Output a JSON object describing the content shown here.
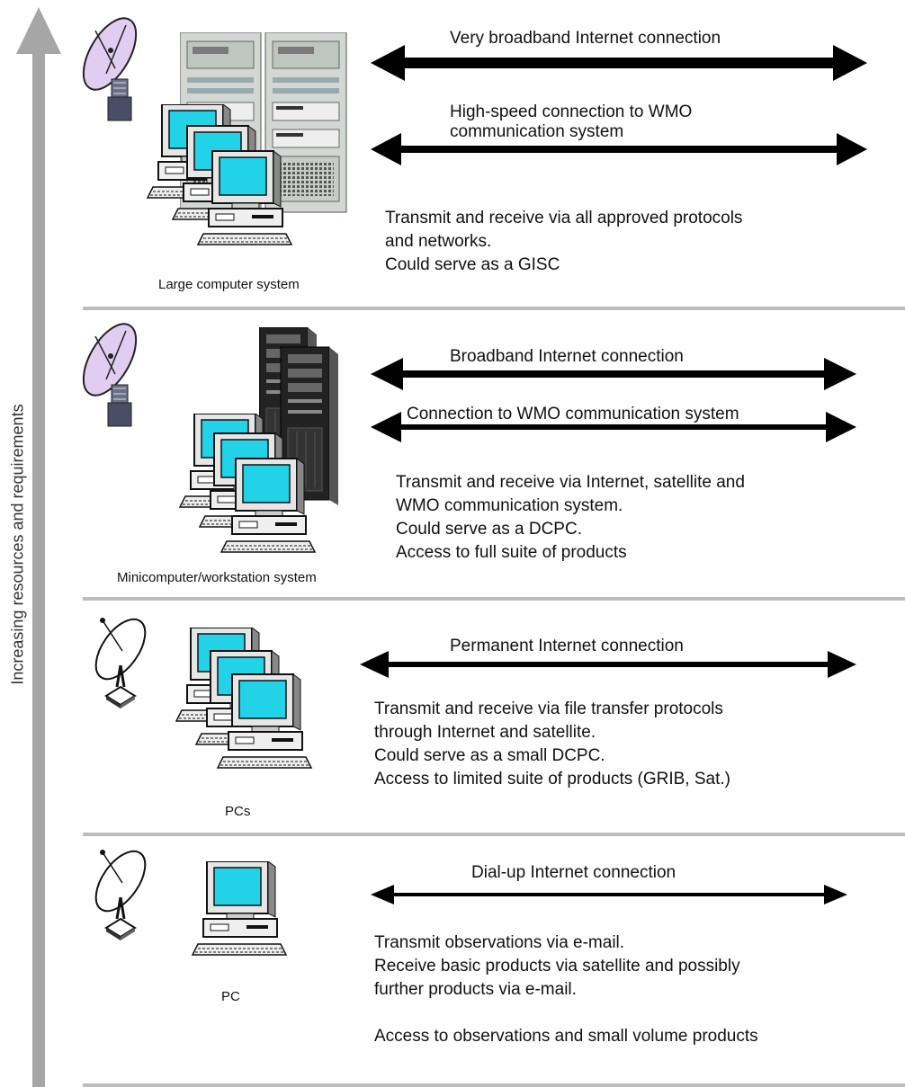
{
  "axis": {
    "label": "Increasing resources and requirements"
  },
  "tiers": [
    {
      "system_label": "Large computer system",
      "connections": [
        "Very broadband Internet connection",
        "High-speed connection to WMO communication system"
      ],
      "connection_lines": [
        "Very broadband Internet connection",
        "High-speed connection to WMO",
        "communication system"
      ],
      "description": [
        "Transmit and receive via all approved protocols",
        "and networks.",
        "Could serve as a GISC"
      ]
    },
    {
      "system_label": "Minicomputer/workstation system",
      "connections": [
        "Broadband Internet connection",
        "Connection to WMO communication system"
      ],
      "description": [
        "Transmit and receive via Internet, satellite and",
        "WMO communication system.",
        "Could serve as a DCPC.",
        "Access to full suite of products"
      ]
    },
    {
      "system_label": "PCs",
      "connections": [
        "Permanent Internet connection"
      ],
      "description": [
        "Transmit and receive via file transfer protocols",
        "through Internet and satellite.",
        "Could serve as a small DCPC.",
        "Access to limited suite of products (GRIB, Sat.)"
      ]
    },
    {
      "system_label": "PC",
      "connections": [
        "Dial-up Internet connection"
      ],
      "description": [
        "Transmit observations via e-mail.",
        "Receive basic products via satellite and possibly",
        "further products via e-mail.",
        "",
        "Access to observations and small volume products"
      ]
    }
  ],
  "colors": {
    "axis_gray": "#a6a6a6",
    "divider_gray": "#bdbdbd",
    "screen_cyan": "#22d3e8",
    "dish_lilac": "#e2cdf2",
    "black": "#000000"
  },
  "icons": [
    "satellite-dish-icon",
    "server-tower-icon",
    "pc-workstation-icon"
  ]
}
